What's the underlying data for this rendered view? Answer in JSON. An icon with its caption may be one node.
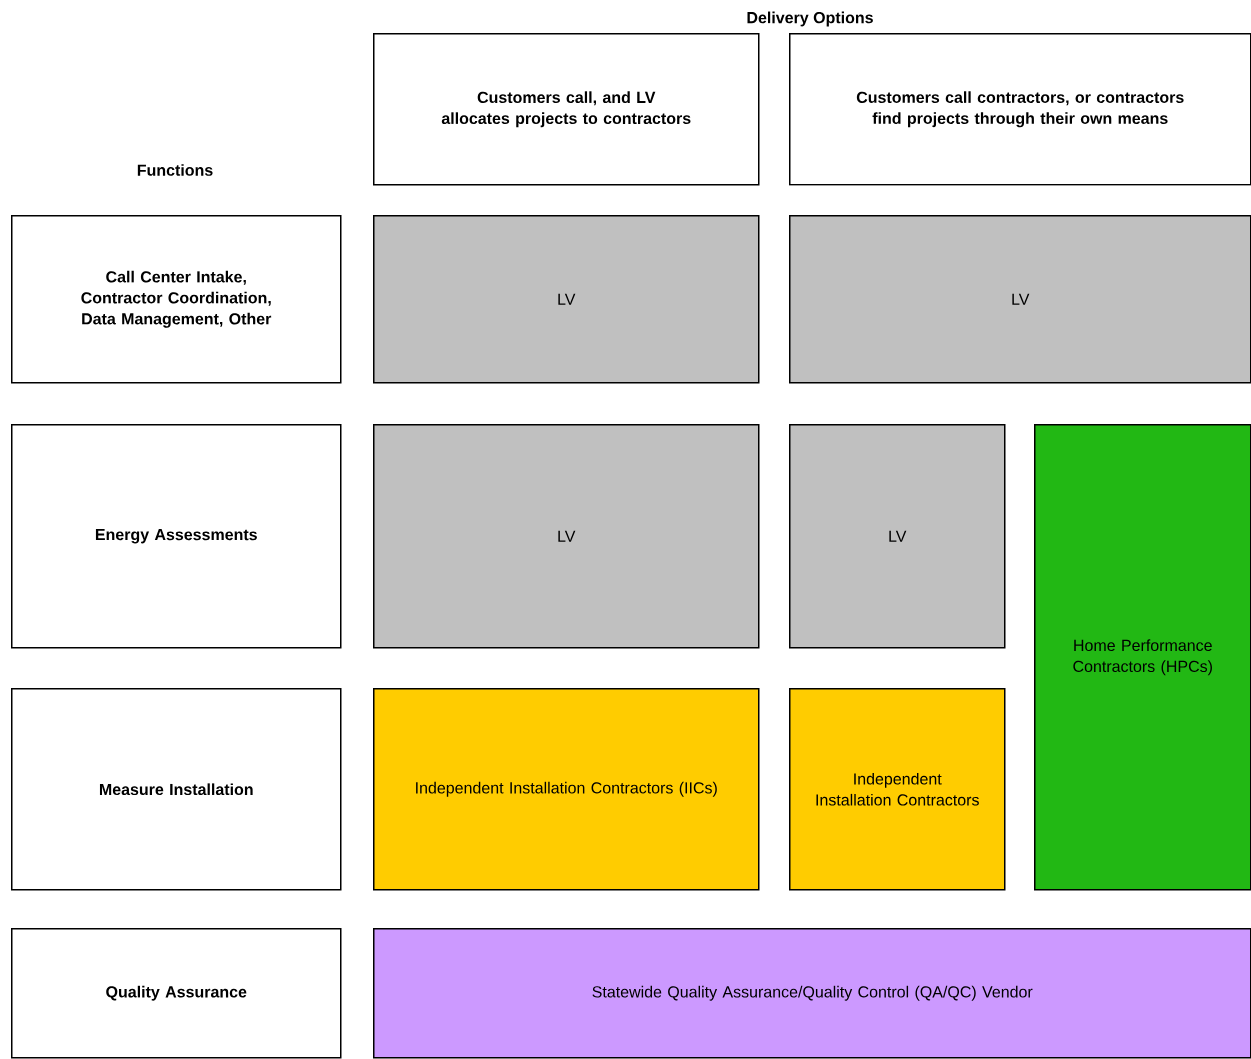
{
  "diagram": {
    "nodes": [
      {
        "text": [
          "Customers call, and LV allocates projects to contractors"
        ]
      },
      {
        "text": [
          "Customers call contractors, or contractors find projects through their own means"
        ]
      },
      {
        "text": [
          "Call Center Intake, Contractor Coordination, Data Management, Other"
        ]
      },
      {
        "text": [
          "LV"
        ]
      },
      {
        "text": [
          "LV"
        ]
      },
      {
        "text": [
          "Energy Assessments"
        ]
      },
      {
        "text": [
          "LV"
        ]
      },
      {
        "text": [
          "LV"
        ]
      },
      {
        "text": [
          "Home Performance Contractors (HPCs)"
        ]
      },
      {
        "text": [
          "Measure Installation"
        ]
      },
      {
        "text": [
          "Independent Installation Contractors (IICs)"
        ]
      },
      {
        "text": [
          "Independent Installation Contractors"
        ]
      },
      {
        "text": [
          "Quality Assurance"
        ]
      },
      {
        "text": [
          "Statewide Quality Assurance/Quality Control (QA/QC) Vendor"
        ]
      }
    ],
    "labels": [
      "Delivery Options",
      "Functions"
    ]
  }
}
